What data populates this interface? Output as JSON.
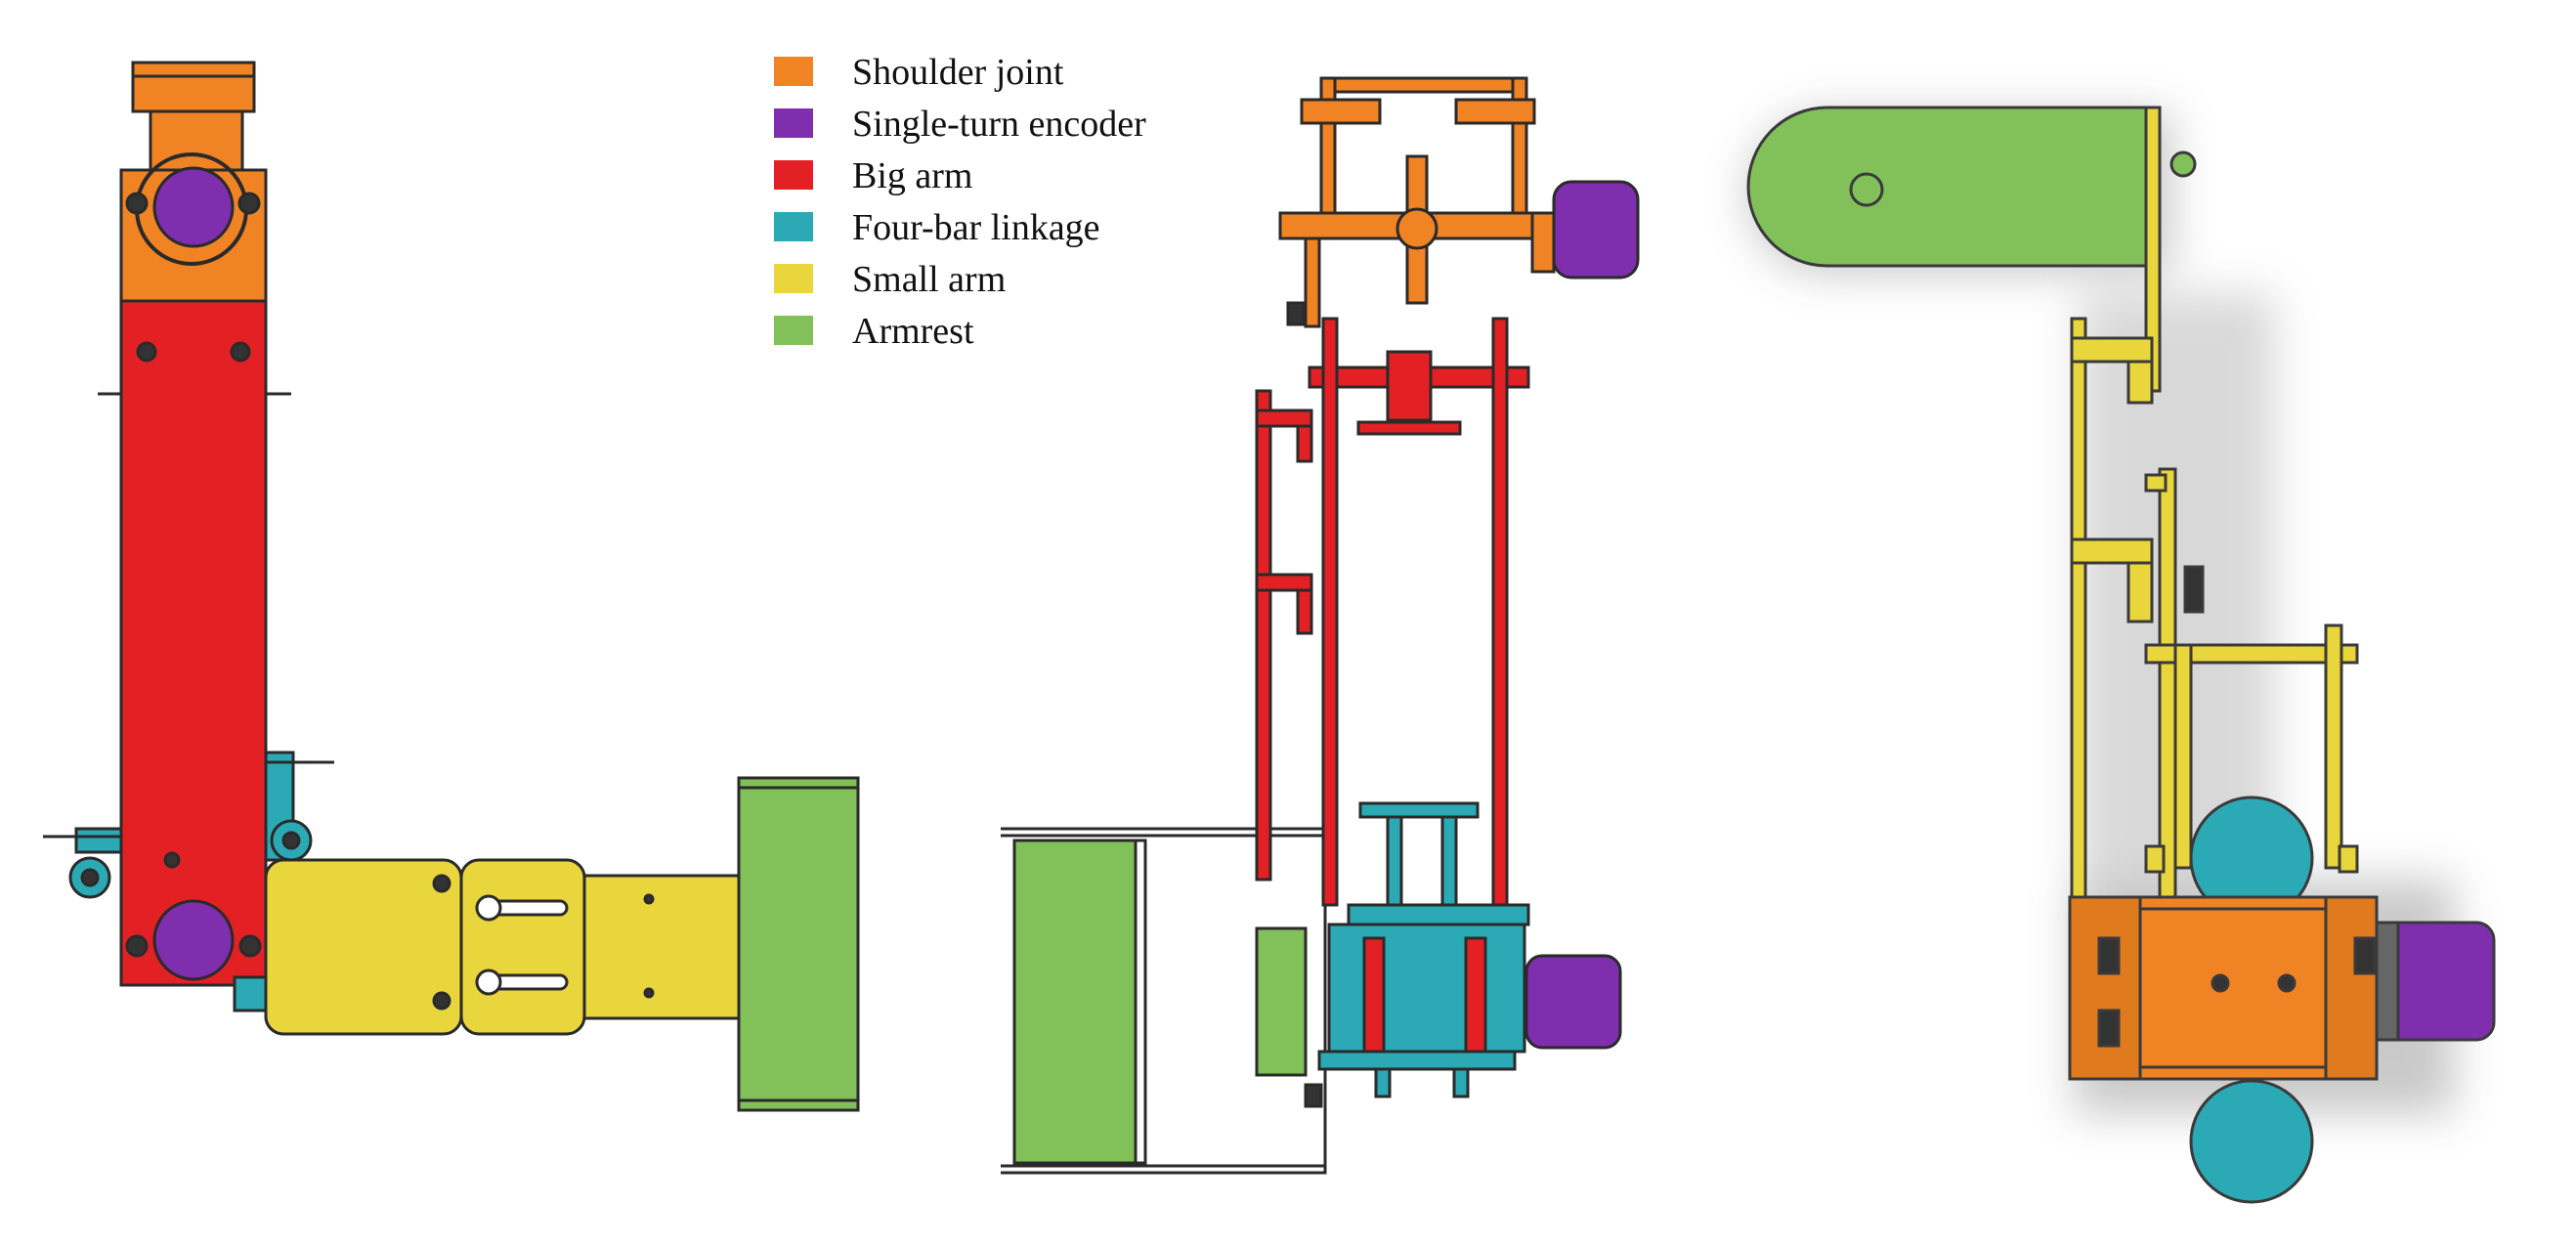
{
  "legend": {
    "items": [
      {
        "label": "Shoulder joint",
        "color": "#F08424"
      },
      {
        "label": "Single-turn encoder",
        "color": "#7F2EAE"
      },
      {
        "label": "Big arm",
        "color": "#E32125"
      },
      {
        "label": "Four-bar linkage",
        "color": "#2BAAB5"
      },
      {
        "label": "Small arm",
        "color": "#E9D63C"
      },
      {
        "label": "Armrest",
        "color": "#82C05A"
      }
    ]
  },
  "views": [
    "front-view",
    "side-view",
    "rendered-top-view"
  ]
}
